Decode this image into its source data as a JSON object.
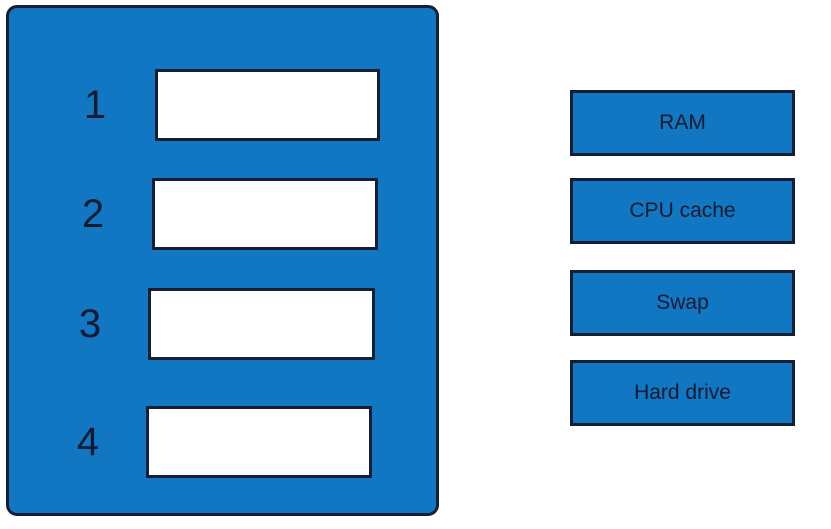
{
  "exercise": {
    "type": "drag-and-drop-ordering",
    "colors": {
      "panel_blue": "#1177c2",
      "border_navy": "#141f33",
      "slot_white": "#ffffff",
      "text_navy": "#111a2e",
      "background": "#ffffff"
    }
  },
  "order_panel": {
    "slots": [
      {
        "rank": "1",
        "value": ""
      },
      {
        "rank": "2",
        "value": ""
      },
      {
        "rank": "3",
        "value": ""
      },
      {
        "rank": "4",
        "value": ""
      }
    ]
  },
  "term_bank": {
    "items": [
      {
        "label": "RAM"
      },
      {
        "label": "CPU cache"
      },
      {
        "label": "Swap"
      },
      {
        "label": "Hard drive"
      }
    ]
  }
}
